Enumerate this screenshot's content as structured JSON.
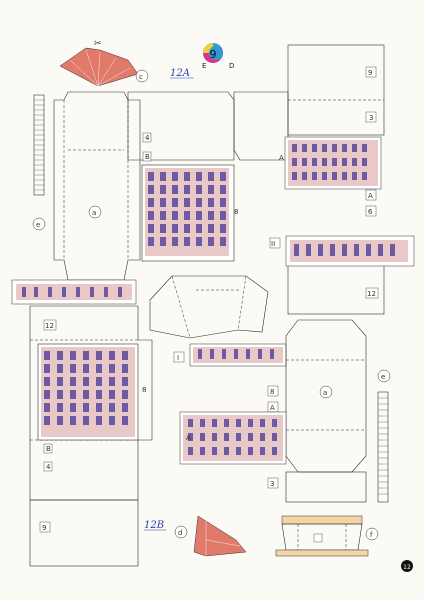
{
  "sheet": {
    "number": "9",
    "page_number": "12",
    "left_letter": "E",
    "right_letter": "D",
    "handwritten_top": "12A",
    "handwritten_bottom": "12B",
    "colors": {
      "salmon": "#e27a6b",
      "pink_facade": "#e9c9c7",
      "window_purple": "#6d5aa3",
      "hand_ink": "#2a3fb5"
    }
  },
  "labels": {
    "c": "c",
    "d": "d",
    "e_top": "e",
    "e_bottom": "e",
    "a_top": "a",
    "a_bottom": "a",
    "f": "f",
    "b9_top": "9",
    "b3_top": "3",
    "b12_top": "12",
    "b8_top": "8",
    "bA_top": "A",
    "b4_top": "4",
    "bB_top": "B",
    "b12_left": "12",
    "b8_left": "8",
    "b4_left": "4",
    "bB_left": "B",
    "bA_mid": "A",
    "bB_mid": "B",
    "b3_bottom": "3",
    "b9_bottom": "9",
    "bII_top": "II",
    "bI_mid": "I",
    "b6_small": "6",
    "b8_small": "8",
    "bA_small": "A"
  }
}
